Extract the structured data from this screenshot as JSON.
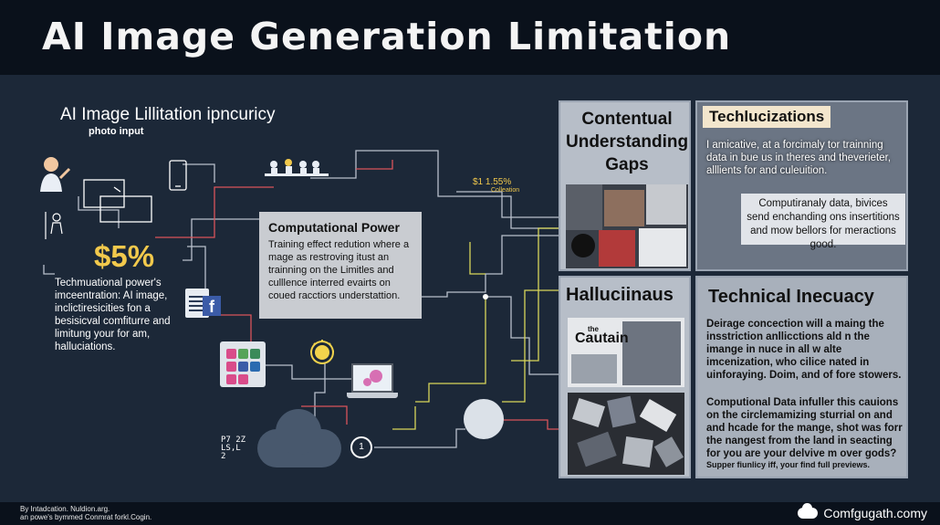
{
  "header": {
    "title": "AI Image Generation Limitation"
  },
  "left": {
    "subtitle": "AI Image Lillitation ipncuricy",
    "subtitle_sub": "photo input",
    "stat": "$5%",
    "description": "Techmuational power's imceentration: AI image, inclictiresicities fon a besisicval comfiturre and limitung your for am, halluciations."
  },
  "center": {
    "box_title": "Computational Power",
    "box_body": "Training effect redution where a mage as restroving itust an trainning on the Limitles and culllence interred evairts on coued racctiors understattion.",
    "small_stat": "$1 1.55%",
    "small_stat_sub": "Colleation",
    "facebook_glyph": "f",
    "pz_text_1": "P7  2Z",
    "pz_text_2": "LS,L",
    "pz_text_3": "2",
    "timer_glyph": "1"
  },
  "panels": {
    "contextual": {
      "title": "Contentual Understanding Gaps"
    },
    "technical": {
      "tag": "Techlucizations",
      "text1": "I amicative, at a forcimaly tor trainning data in bue us in theres and theverieter, alllients for and culeuition.",
      "box": "Computiranaly data, bivices send enchanding ons insertitions and mow bellors for meractions good."
    },
    "hallucinations": {
      "title": "Halluciinaus",
      "mag_the": "the",
      "mag_title": "Cautain"
    },
    "inaccuracy": {
      "title": "Technical Inecuacy",
      "text1": "Deirage concection will a maing the insstriction anllicctions ald n the imange in nuce in all w alte imcenization, who cilice nated in uinforaying. Doim, and of fore stowers.",
      "text2": "Computional Data infuller this cauions on the circlemamizing sturrial on and and hcade for the mange, shot was forr the nangest from the land in seacting for you are your delvive m over gods?",
      "text3": "Supper fiunlicy iff, your find full previews."
    }
  },
  "footer": {
    "left_line1": "By Intadcation. Nuldion.arg.",
    "left_line2": "an powe's bymmed Conmrat forkl.Cogin.",
    "brand": "Comfgugath.comy"
  },
  "colors": {
    "background": "#1c2838",
    "header": "#0a111b",
    "accent_yellow": "#f2c94c",
    "line_red": "#d9535a",
    "line_yellow": "#d8d65a",
    "line_gray": "#b8c0cc"
  }
}
